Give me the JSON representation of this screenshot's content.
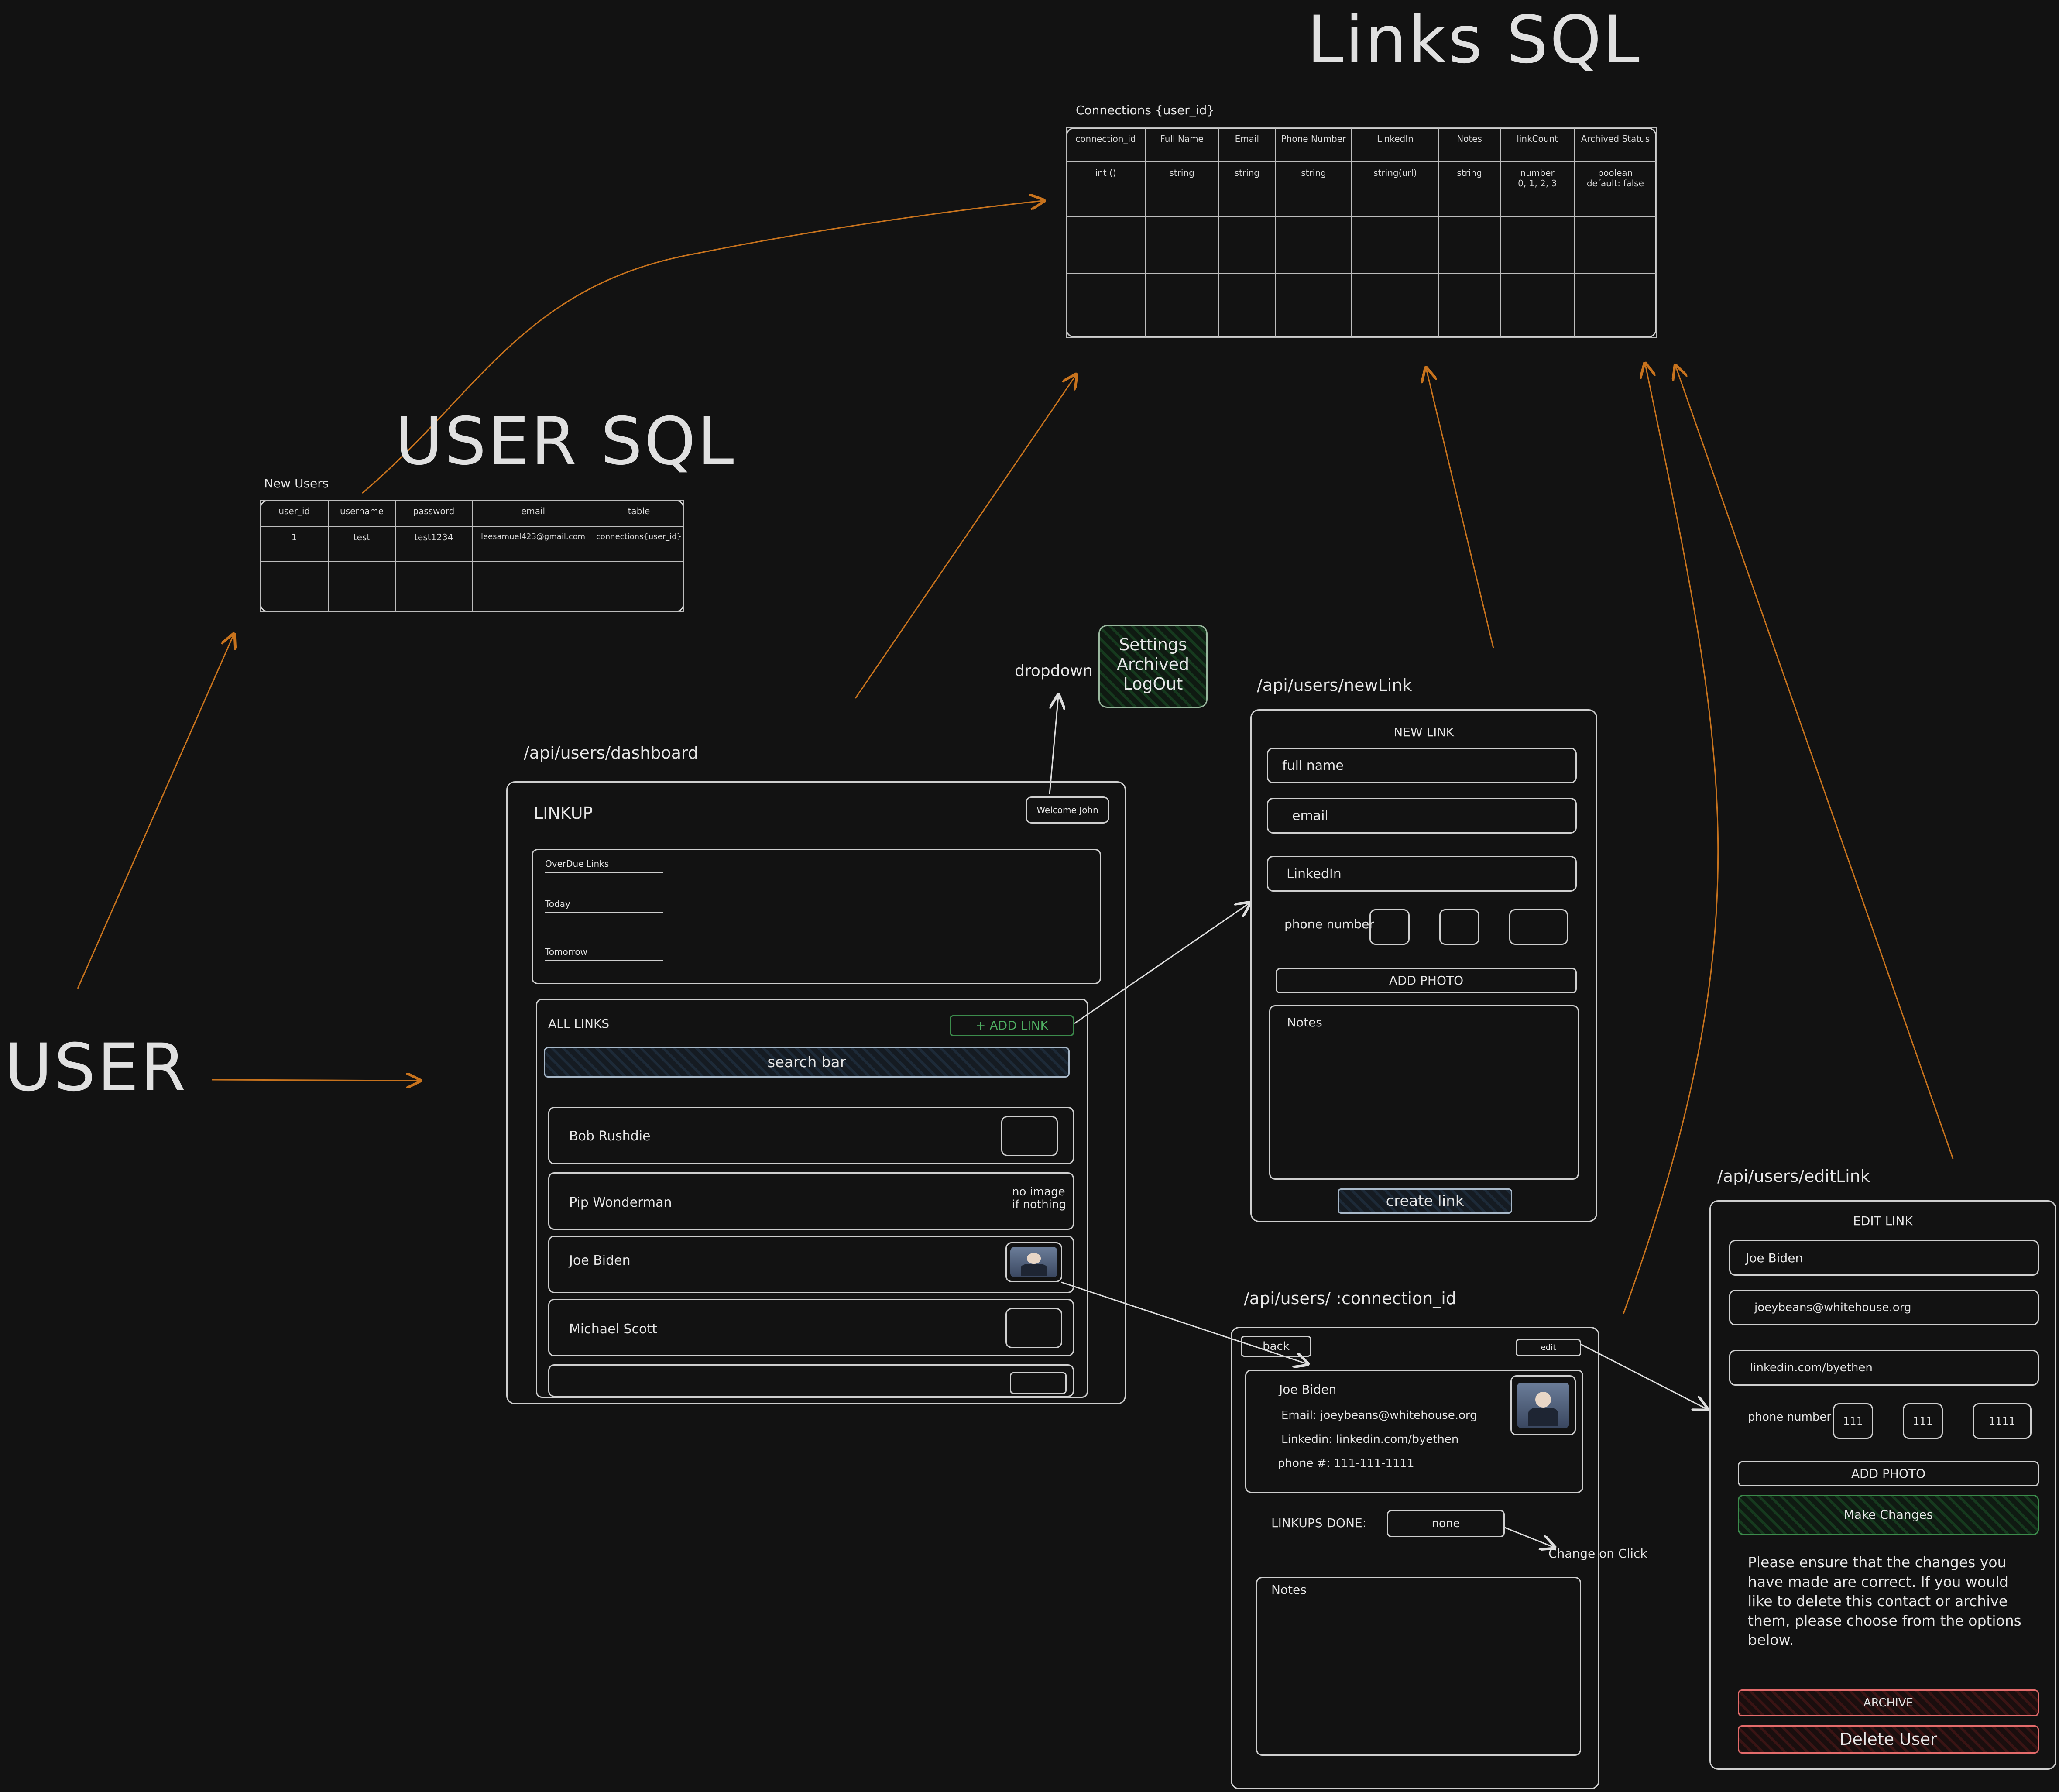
{
  "titles": {
    "links_sql": "Links SQL",
    "user_sql": "USER SQL",
    "user": "USER"
  },
  "connections_table": {
    "caption": "Connections {user_id}",
    "headers": [
      "connection_id",
      "Full Name",
      "Email",
      "Phone Number",
      "LinkedIn",
      "Notes",
      "linkCount",
      "Archived Status"
    ],
    "types": [
      "int ()",
      "string",
      "string",
      "string",
      "string(url)",
      "string",
      "number\n0, 1, 2, 3",
      "boolean\ndefault: false"
    ]
  },
  "users_table": {
    "caption": "New Users",
    "headers": [
      "user_id",
      "username",
      "password",
      "email",
      "table"
    ],
    "row": [
      "1",
      "test",
      "test1234",
      "leesamuel423@gmail.com",
      "connections{user_id}"
    ]
  },
  "dropdown": {
    "label": "dropdown",
    "items": [
      "Settings",
      "Archived",
      "LogOut"
    ]
  },
  "dashboard": {
    "route": "/api/users/dashboard",
    "brand": "LINKUP",
    "welcome": "Welcome John",
    "overdue_sections": [
      "OverDue Links",
      "Today",
      "Tomorrow"
    ],
    "all_links_label": "ALL LINKS",
    "add_link": "+ ADD LINK",
    "search_placeholder": "search bar",
    "links": [
      {
        "name": "Bob Rushdie",
        "image": "empty"
      },
      {
        "name": "Pip Wonderman",
        "image": "no image\nif nothing"
      },
      {
        "name": "Joe Biden",
        "image": "photo"
      },
      {
        "name": "Michael Scott",
        "image": "empty"
      },
      {
        "name": "",
        "image": "empty"
      }
    ]
  },
  "new_link": {
    "route": "/api/users/newLink",
    "title": "NEW LINK",
    "full_name": "full name",
    "email": "email",
    "linkedin": "LinkedIn",
    "phone_label": "phone number",
    "add_photo": "ADD PHOTO",
    "notes": "Notes",
    "create": "create link"
  },
  "connection_view": {
    "route": "/api/users/ :connection_id",
    "back": "back",
    "edit": "edit",
    "name": "Joe Biden",
    "email": "Email: joeybeans@whitehouse.org",
    "linkedin": "Linkedin: linkedin.com/byethen",
    "phone": "phone #: 111-111-1111",
    "linkups_label": "LINKUPS DONE:",
    "linkups_value": "none",
    "change_note": "Change on Click",
    "notes": "Notes"
  },
  "edit_link": {
    "route": "/api/users/editLink",
    "title": "EDIT LINK",
    "name": "Joe Biden",
    "email": "joeybeans@whitehouse.org",
    "linkedin": "linkedin.com/byethen",
    "phone_label": "phone number",
    "phone_parts": [
      "111",
      "111",
      "1111"
    ],
    "add_photo": "ADD PHOTO",
    "make_changes": "Make Changes",
    "message": "Please ensure that the changes you have made are correct. If you would like to delete this contact or archive them, please choose from the options below.",
    "archive": "ARCHIVE",
    "delete": "Delete User"
  },
  "colors": {
    "background": "#121212",
    "orange_arrow": "#c8731d",
    "stroke": "#cfcfcf",
    "green": "#3c8c4c",
    "red": "#e36b6b"
  }
}
